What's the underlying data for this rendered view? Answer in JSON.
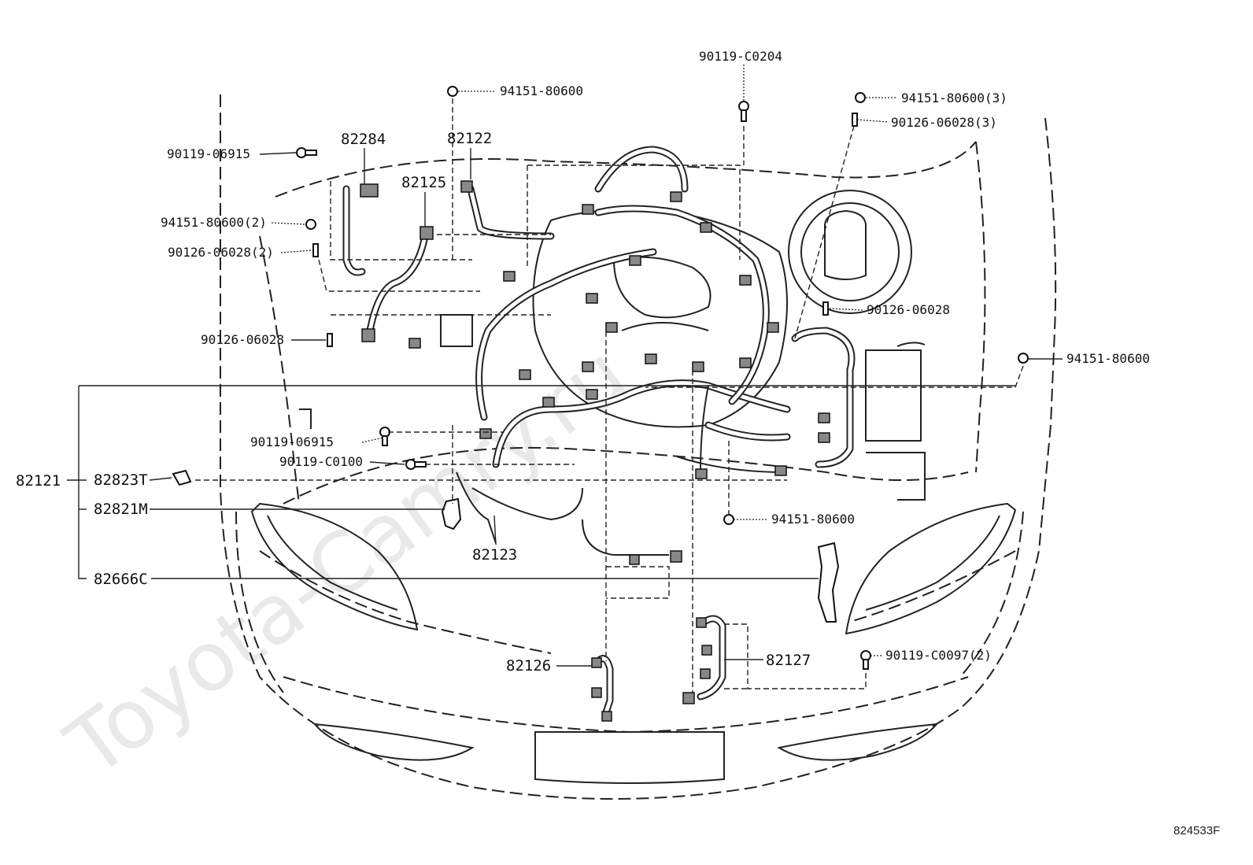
{
  "watermark": "Toyota-Camry.ru",
  "figure_id": "824533F",
  "callouts": {
    "c90119_c0204": "90119-C0204",
    "c94151_80600_top": "94151-80600",
    "c94151_80600_3": "94151-80600(3)",
    "c90126_06028_3": "90126-06028(3)",
    "c90119_06915_top": "90119-06915",
    "c82284": "82284",
    "c82122": "82122",
    "c82125": "82125",
    "c94151_80600_2": "94151-80600(2)",
    "c90126_06028_2": "90126-06028(2)",
    "c90126_06028_right": "90126-06028",
    "c90126_06028_left": "90126-06028",
    "c94151_80600_right": "94151-80600",
    "c90119_06915_mid": "90119-06915",
    "c90119_c0100": "90119-C0100",
    "c82121": "82121",
    "c82823t": "82823T",
    "c82821m": "82821M",
    "c82123": "82123",
    "c94151_80600_low": "94151-80600",
    "c82666c": "82666C",
    "c82126": "82126",
    "c82127": "82127",
    "c90119_c0097_2": "90119-C0097(2)"
  }
}
